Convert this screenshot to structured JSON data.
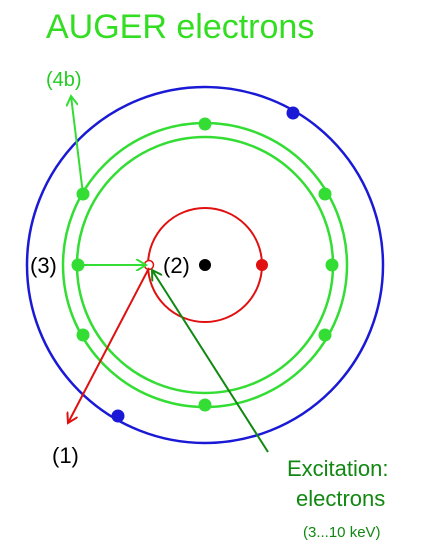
{
  "title": "AUGER electrons",
  "labels": {
    "ejected": "(4b)",
    "transition": "(3)",
    "vacancy": "(2)",
    "primary": "(1)"
  },
  "excitation": {
    "line1": "Excitation:",
    "line2": "electrons",
    "line3": "(3...10 keV)"
  },
  "colors": {
    "title": "#33dd22",
    "outer_shell": "#1a1ad6",
    "middle_shells": "#33dd33",
    "inner_shell": "#e01010",
    "nucleus": "#000000",
    "primary_arrow": "#e01010",
    "excitation_arrow": "#118811",
    "electron_ejected_arrow": "#33dd33"
  }
}
